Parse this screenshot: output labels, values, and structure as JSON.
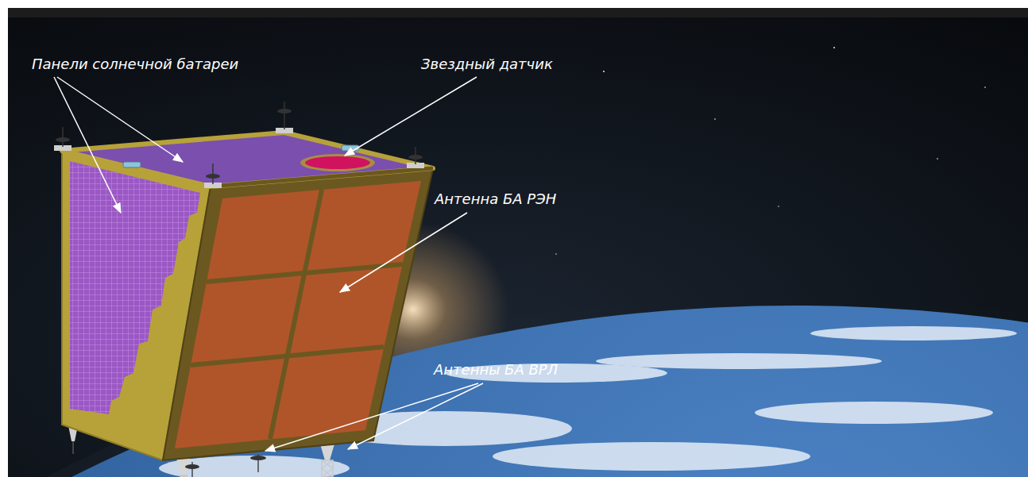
{
  "diagram": {
    "labels": [
      "Панели солнечной батареи",
      "Звездный датчик",
      "Антенна БА РЭН",
      "Антенны БА ВРЛ"
    ]
  }
}
